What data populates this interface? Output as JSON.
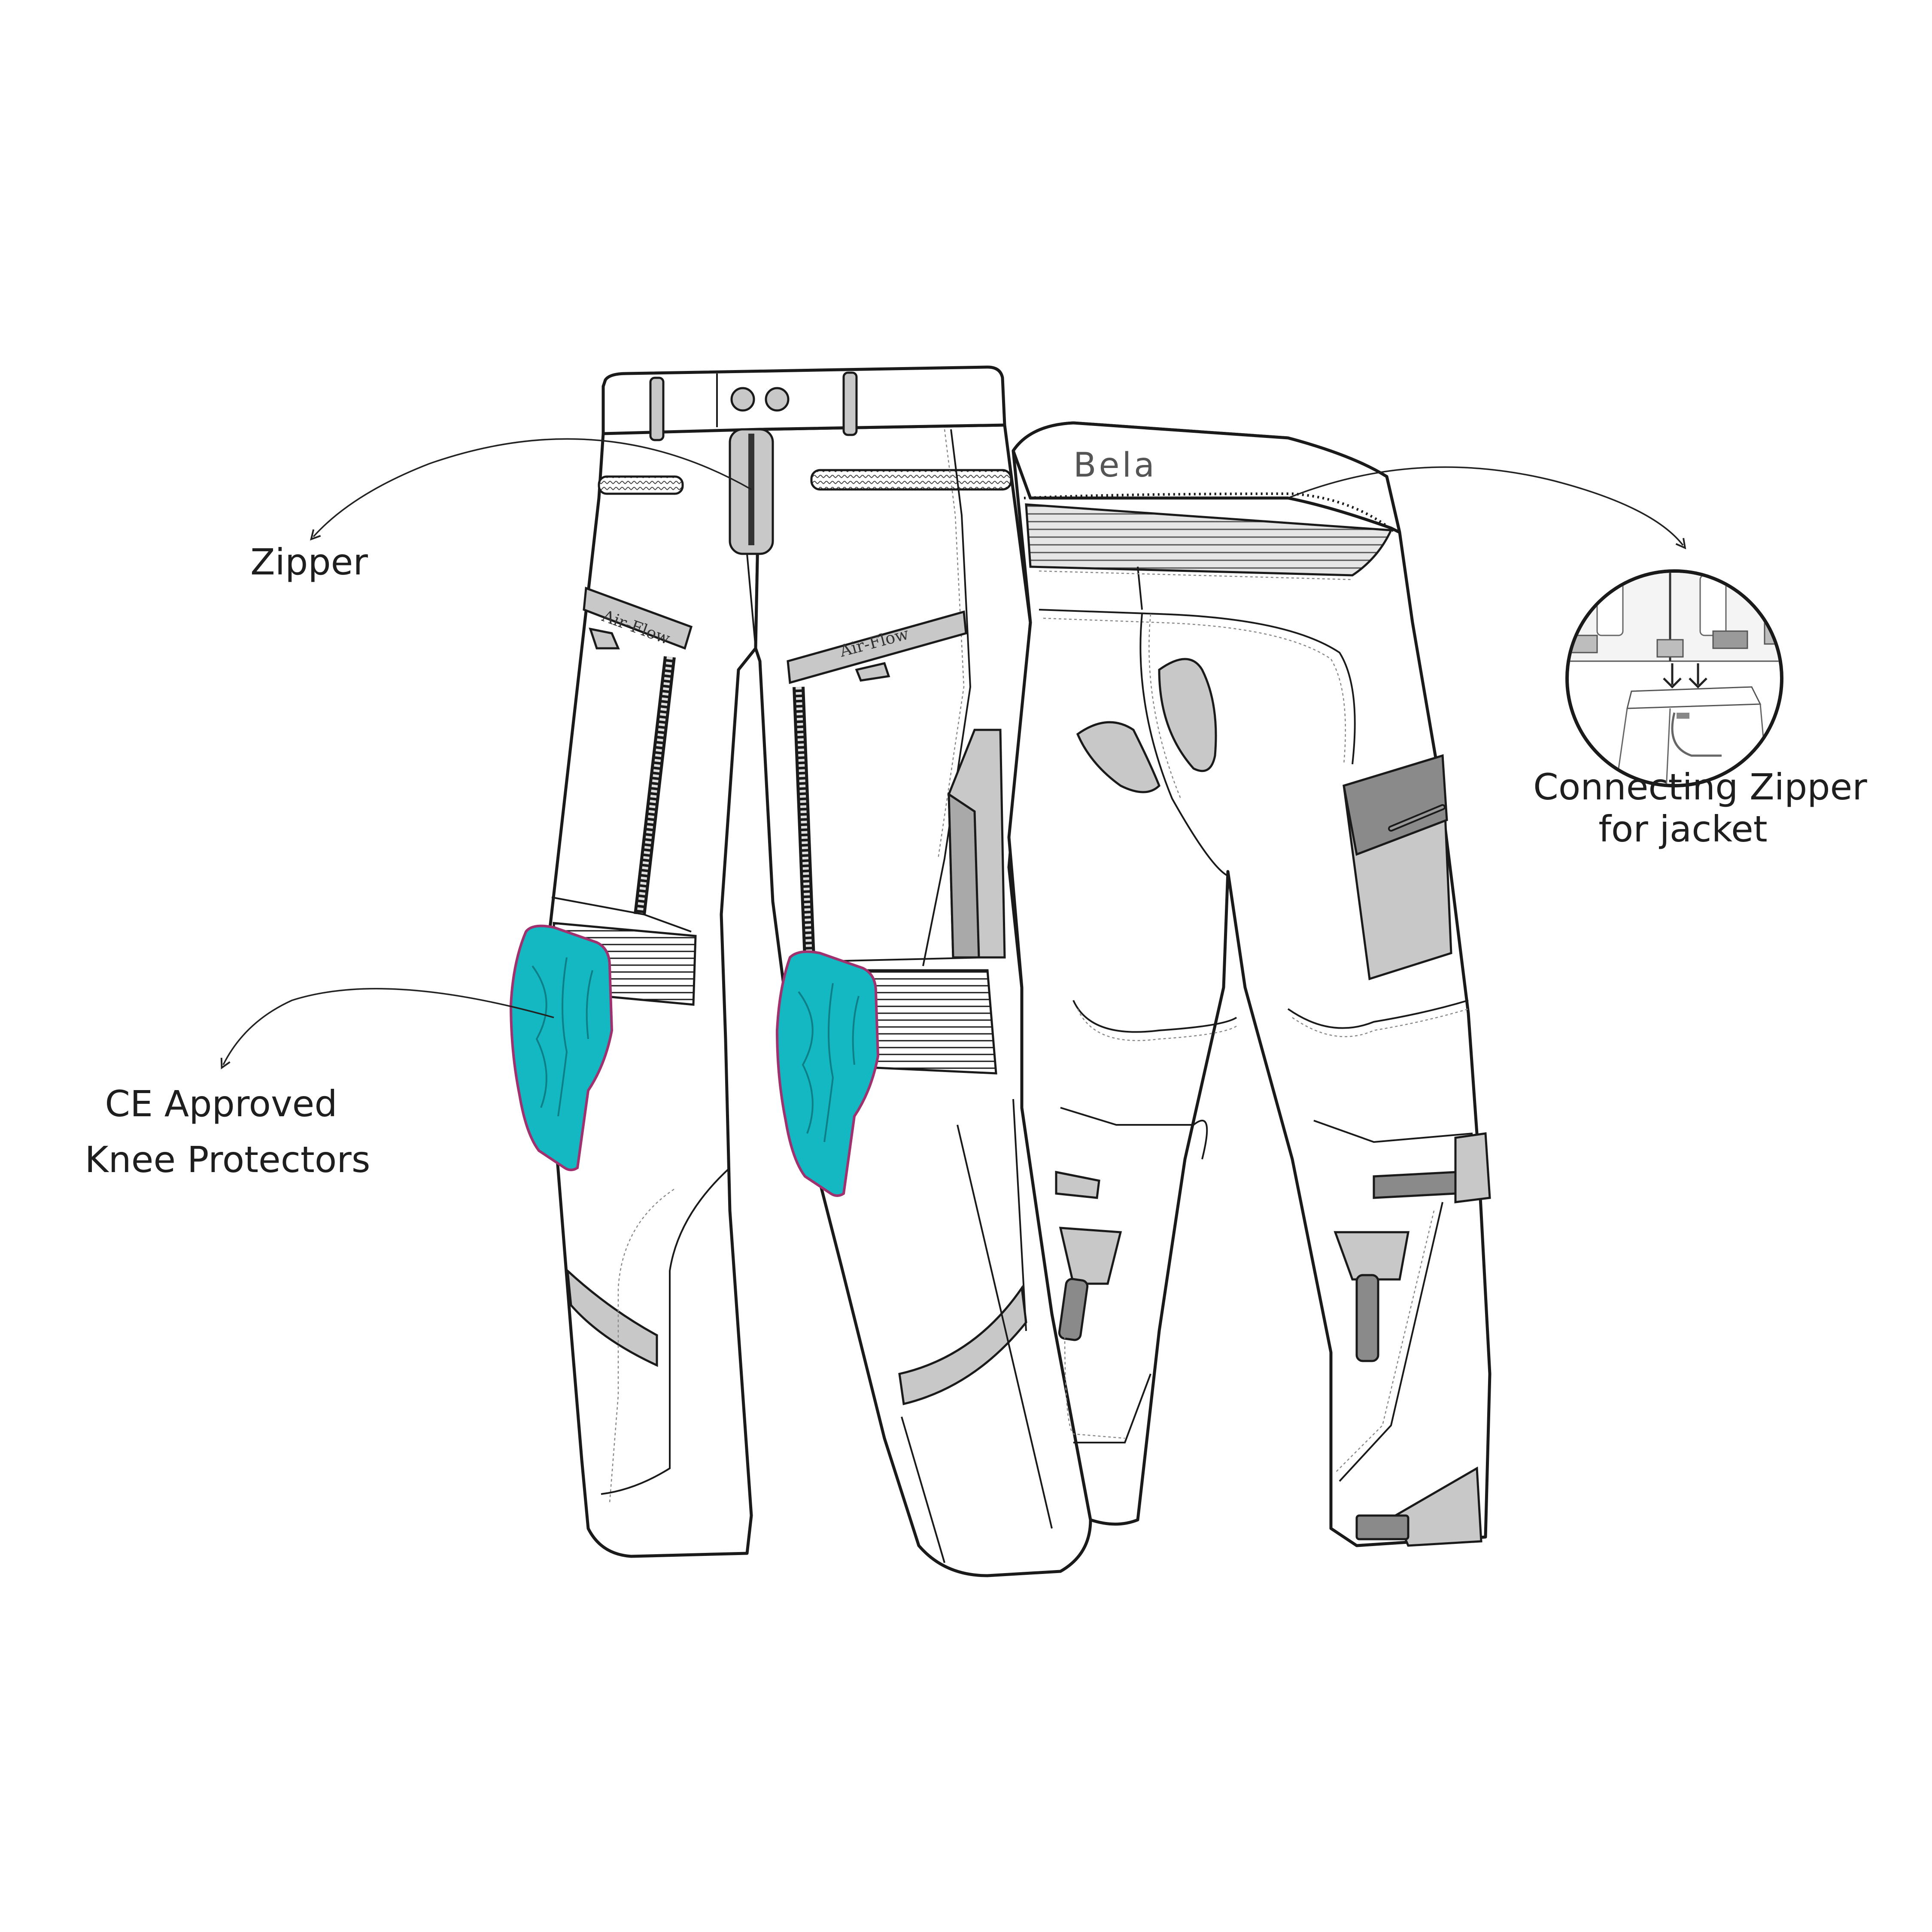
{
  "callouts": {
    "zipper": "Zipper",
    "knee_line1": "CE Approved",
    "knee_line2": "Knee Protectors",
    "connect_line1": "Connecting Zipper",
    "connect_line2": "for jacket"
  },
  "garment": {
    "brand": "Bela",
    "airflow_left": "Air-Flow",
    "airflow_right": "Air-Flow"
  },
  "colors": {
    "knee_protector_fill": "#13b8c2",
    "knee_protector_edge": "#a0306e",
    "panel_grey": "#c8c8c8",
    "panel_dark": "#8a8a8a"
  },
  "icons": {
    "arrow_zipper": "curved-arrow-icon",
    "arrow_knee": "curved-arrow-icon",
    "arrow_connect": "curved-arrow-icon"
  }
}
